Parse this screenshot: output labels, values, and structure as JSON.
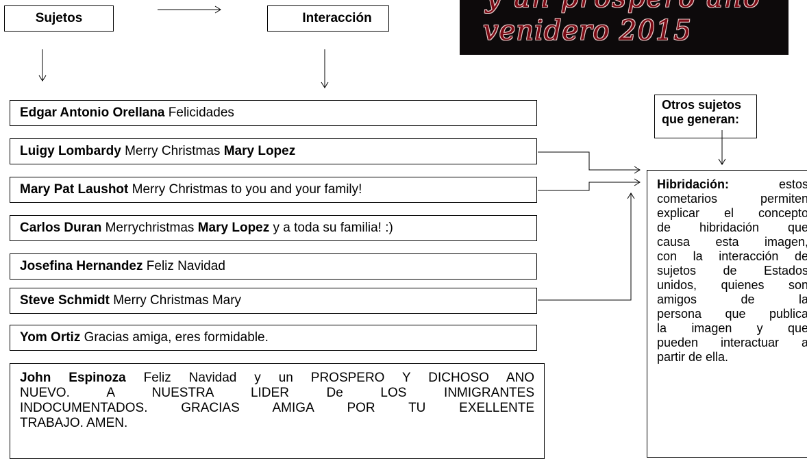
{
  "labels": {
    "sujetos": "Sujetos",
    "interaccion": "Interacción",
    "otros": "Otros sujetos que generan:"
  },
  "banner": {
    "line1": "y un próspero año",
    "line2": "venidero 2015"
  },
  "comments": [
    {
      "name": "Edgar Antonio Orellana",
      "text": " Felicidades",
      "name2": "",
      "tail": ""
    },
    {
      "name": "Luigy Lombardy",
      "text": " Merry Christmas ",
      "name2": "Mary Lopez",
      "tail": ""
    },
    {
      "name": "Mary Pat Laushot",
      "text": " Merry Christmas to you and your family!",
      "name2": "",
      "tail": ""
    },
    {
      "name": "Carlos Duran",
      "text": " Merrychristmas ",
      "name2": "Mary Lopez",
      "tail": " y a toda su familia! :)"
    },
    {
      "name": "Josefina Hernandez",
      "text": " Feliz Navidad",
      "name2": "",
      "tail": ""
    },
    {
      "name": "Steve Schmidt",
      "text": " Merry Christmas Mary",
      "name2": "",
      "tail": ""
    },
    {
      "name": "Yom Ortiz",
      "text": " Gracias amiga, eres formidable.",
      "name2": "",
      "tail": ""
    }
  ],
  "long_comment": {
    "name": "John Espinoza",
    "line1": " Feliz Navidad y un PROSPERO Y DICHOSO ANO",
    "line2": "NUEVO. A NUESTRA LIDER De LOS INMIGRANTES",
    "line3": "INDOCUMENTADOS. GRACIAS AMIGA POR TU EXELLENTE",
    "line4": "TRABAJO. AMEN."
  },
  "hibridacion": {
    "title": "Hibridación:",
    "line1": " estos",
    "line2": "cometarios permiten",
    "line3": "explicar el concepto",
    "line4": "de hibridación que",
    "line5": "causa esta imagen,",
    "line6": "con la interacción de",
    "line7": "sujetos de Estados",
    "line8": "unidos, quienes son",
    "line9": "amigos de la",
    "line10": "persona que publica",
    "line11": "la imagen y que",
    "line12": "pueden interactuar a",
    "line13": "partir de ella."
  }
}
